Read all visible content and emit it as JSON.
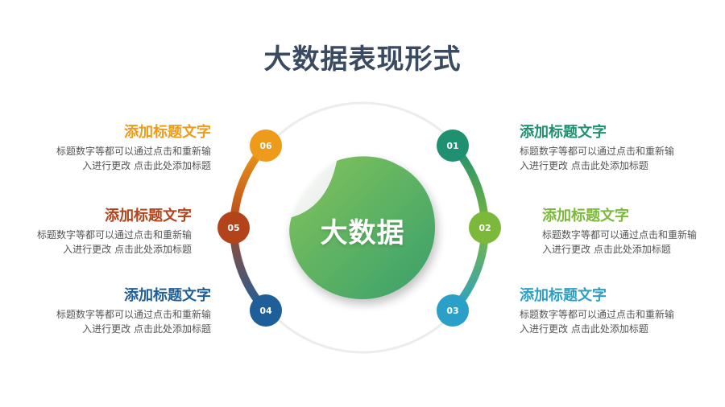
{
  "title": "大数据表现形式",
  "center": {
    "label": "大数据",
    "color_start": "#7dc05a",
    "color_end": "#3aa06a"
  },
  "items": [
    {
      "num": "01",
      "heading": "添加标题文字",
      "desc_line1": "标题数字等都可以通过点击和重新输",
      "desc_line2": "入进行更改 点击此处添加标题",
      "color": "#1f9070"
    },
    {
      "num": "02",
      "heading": "添加标题文字",
      "desc_line1": "标题数字等都可以通过点击和重新输",
      "desc_line2": "入进行更改 点击此处添加标题",
      "color": "#7cb83a"
    },
    {
      "num": "03",
      "heading": "添加标题文字",
      "desc_line1": "标题数字等都可以通过点击和重新输",
      "desc_line2": "入进行更改 点击此处添加标题",
      "color": "#2aa0c8"
    },
    {
      "num": "04",
      "heading": "添加标题文字",
      "desc_line1": "标题数字等都可以通过点击和重新输",
      "desc_line2": "入进行更改 点击此处添加标题",
      "color": "#1e5f9a"
    },
    {
      "num": "05",
      "heading": "添加标题文字",
      "desc_line1": "标题数字等都可以通过点击和重新输",
      "desc_line2": "入进行更改 点击此处添加标题",
      "color": "#b2431a"
    },
    {
      "num": "06",
      "heading": "添加标题文字",
      "desc_line1": "标题数字等都可以通过点击和重新输",
      "desc_line2": "入进行更改 点击此处添加标题",
      "color": "#ee9a1a"
    }
  ]
}
